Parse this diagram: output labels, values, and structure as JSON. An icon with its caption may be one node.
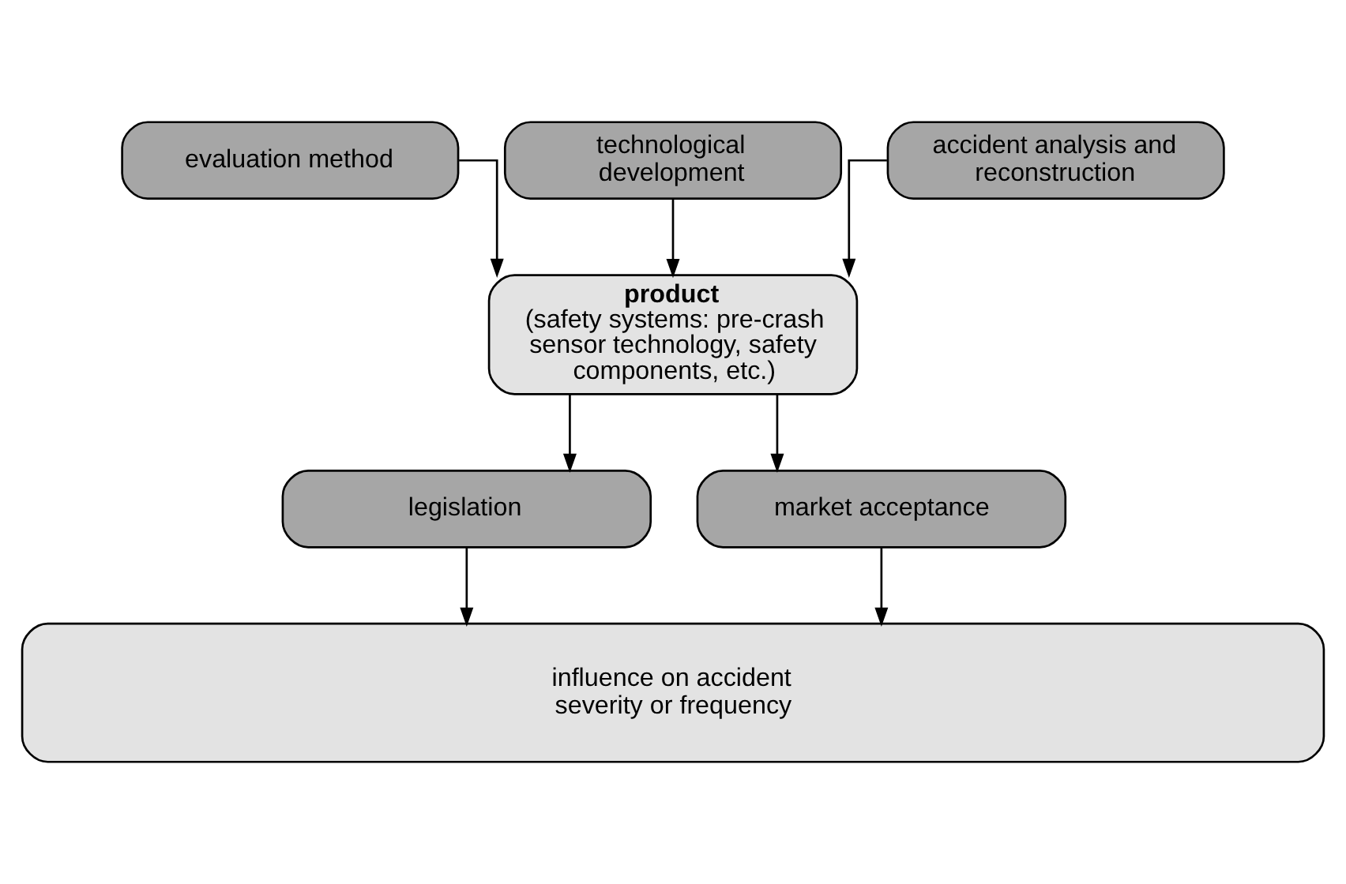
{
  "diagram": {
    "nodes": [
      {
        "text": [
          "evaluation method"
        ]
      },
      {
        "text": [
          "technological development"
        ]
      },
      {
        "text": [
          "accident analysis and reconstruction"
        ]
      },
      {
        "text": [
          "product",
          "(safety systems: pre-crash sensor technology, safety components, etc.)"
        ]
      },
      {
        "text": [
          "legislation"
        ]
      },
      {
        "text": [
          "market acceptance"
        ]
      },
      {
        "text": [
          "influence on accident severity or frequency"
        ]
      }
    ],
    "edges": [
      {
        "from": 0,
        "to": 3,
        "arrow": "to"
      },
      {
        "from": 1,
        "to": 3,
        "arrow": "to"
      },
      {
        "from": 2,
        "to": 3,
        "arrow": "to"
      },
      {
        "from": 3,
        "to": 4,
        "arrow": "to"
      },
      {
        "from": 3,
        "to": 5,
        "arrow": "to"
      },
      {
        "from": 4,
        "to": 6,
        "arrow": "to"
      },
      {
        "from": 5,
        "to": 6,
        "arrow": "to"
      }
    ]
  }
}
